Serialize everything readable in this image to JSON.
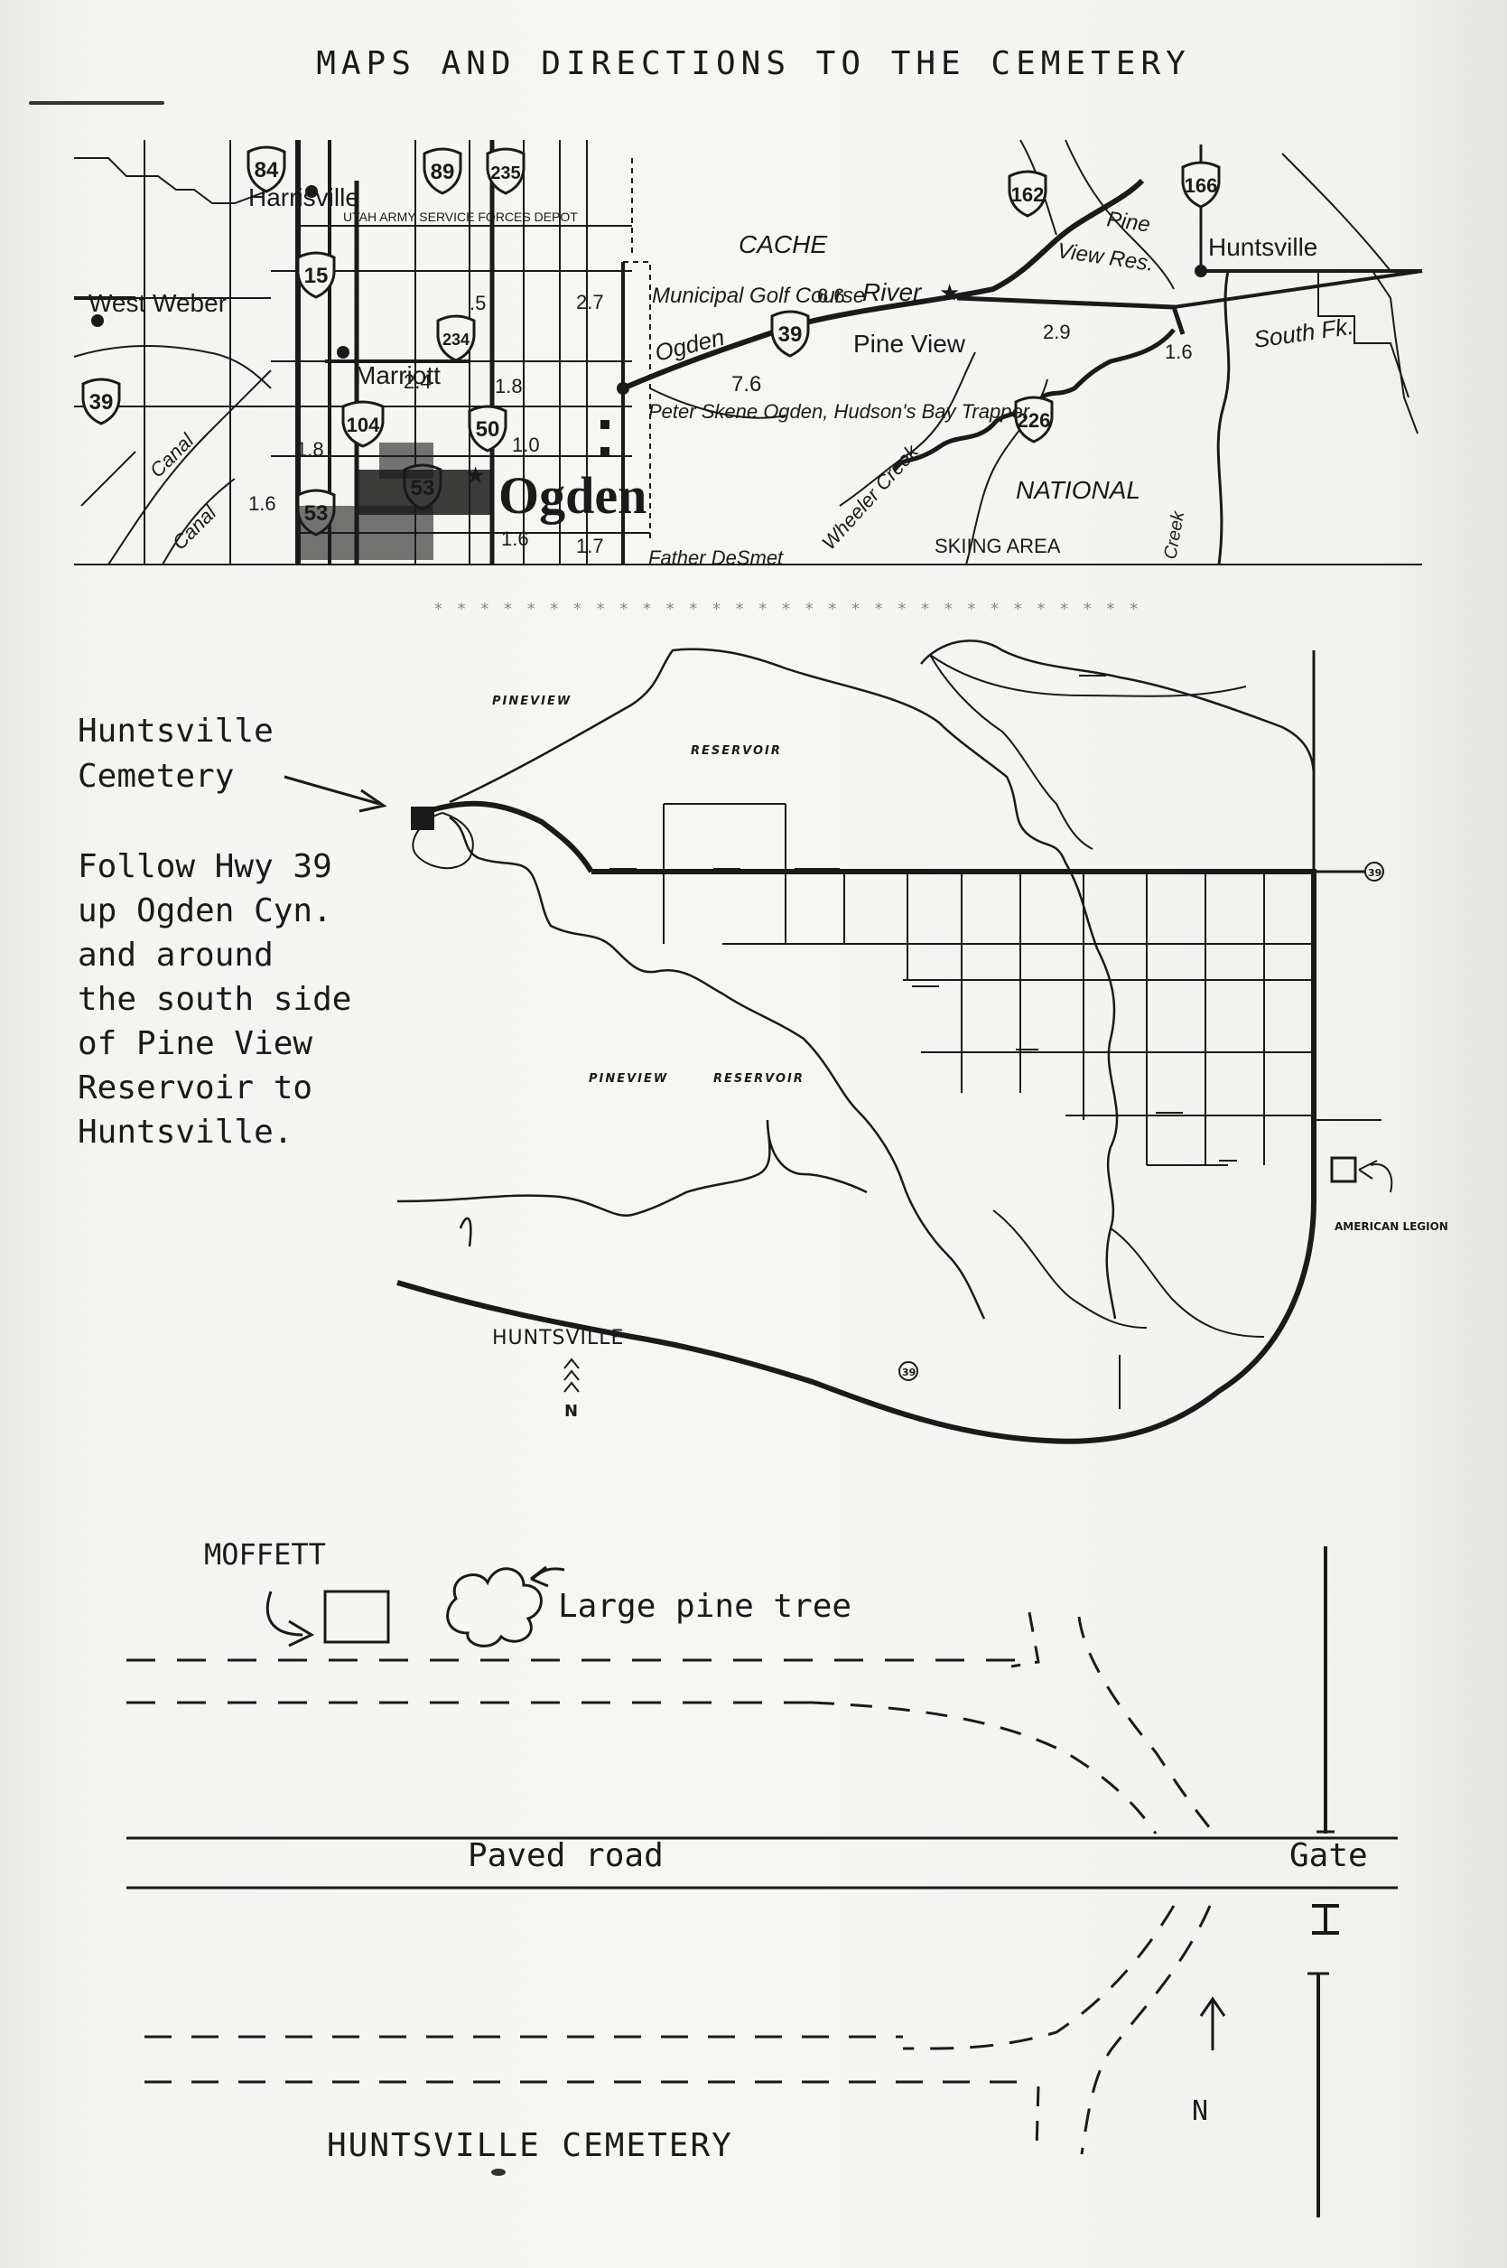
{
  "title": "MAPS AND DIRECTIONS TO THE CEMETERY",
  "top_map": {
    "routes": [
      "84",
      "89",
      "235",
      "15",
      "39",
      "39",
      "104",
      "50",
      "53",
      "53",
      "162",
      "166",
      "226",
      "234"
    ],
    "places": [
      "Harrisville",
      "West Weber",
      "Marriott",
      "Ogden",
      "CACHE",
      "Pine View",
      "Huntsville",
      "NATIONAL",
      "SKIING AREA"
    ],
    "labels": [
      "Municipal Golf Course",
      "Ogden",
      "River",
      "Peter Skene Ogden, Hudson's Bay Trapper",
      "Father DeSmet",
      "Wheeler Creek",
      "View Res.",
      "Pine",
      "South Fk.",
      "Creek",
      "Canal",
      "Canal",
      "UTAH ARMY SERVICE FORCES DEPOT"
    ],
    "distances": [
      "2.7",
      ".5",
      "6.6",
      "7.6",
      "2.9",
      "1.6",
      "1.8",
      "1.0",
      "1.6",
      "1.7",
      "1.8",
      "1.6",
      "2.4"
    ]
  },
  "mid_map": {
    "cemetery_label": "Huntsville\nCemetery",
    "directions": [
      "Follow Hwy 39",
      "up Ogden Cyn.",
      "and around",
      "the south side",
      "of Pine View",
      "Reservoir to",
      "Huntsville."
    ],
    "pineview_top": "PINEVIEW",
    "reservoir_top": "RESERVOIR",
    "pineview_mid": "PINEVIEW",
    "reservoir_mid": "RESERVOIR",
    "huntsville": "HUNTSVILLE",
    "north": "N",
    "american_legion": "AMERICAN LEGION",
    "hwy_marker": "39"
  },
  "bottom_map": {
    "moffett": "MOFFETT",
    "pine_tree": "Large pine tree",
    "paved_road": "Paved road",
    "gate": "Gate",
    "north": "N",
    "cemetery": "HUNTSVILLE CEMETERY"
  },
  "colors": {
    "ink": "#1a1a1a",
    "paper": "#f4f4f1"
  }
}
